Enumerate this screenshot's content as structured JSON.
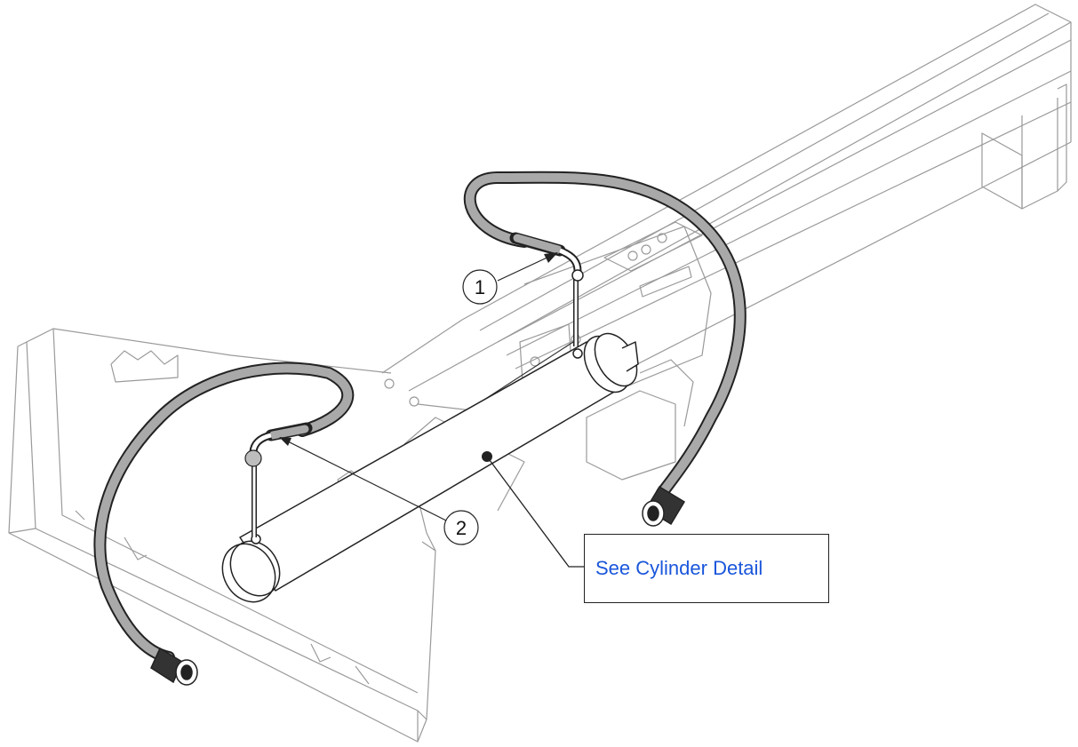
{
  "callouts": [
    {
      "number": "1"
    },
    {
      "number": "2"
    }
  ],
  "detail_link": {
    "label": "See Cylinder Detail",
    "color": "#1a56db"
  },
  "colors": {
    "line": "#222222",
    "faint_line": "#9a9a9a",
    "hose_fill": "#a9a9a9",
    "background": "#ffffff"
  },
  "icons": [
    "hose-assembly-icon",
    "hydraulic-cylinder-icon",
    "quick-coupler-icon"
  ]
}
